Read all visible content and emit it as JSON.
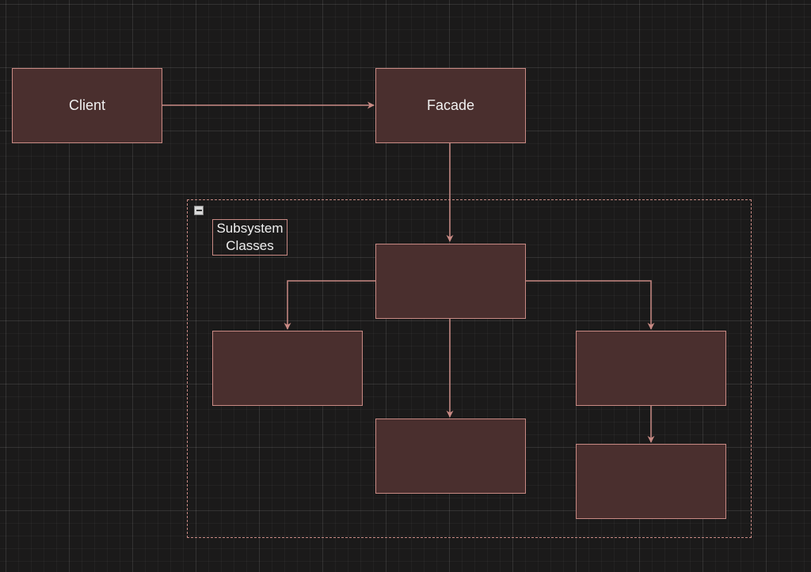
{
  "diagram": {
    "nodes": {
      "client": {
        "label": "Client"
      },
      "facade": {
        "label": "Facade"
      },
      "subsystem_main": {
        "label": ""
      },
      "subsystem_left": {
        "label": ""
      },
      "subsystem_bottom": {
        "label": ""
      },
      "subsystem_right": {
        "label": ""
      },
      "subsystem_right_child": {
        "label": ""
      }
    },
    "group": {
      "label": "Subsystem\nClasses"
    },
    "colors": {
      "node_fill": "#4a2f2e",
      "stroke": "#c98a84",
      "text": "#f0f0f0",
      "background": "#1b1a1a"
    }
  }
}
